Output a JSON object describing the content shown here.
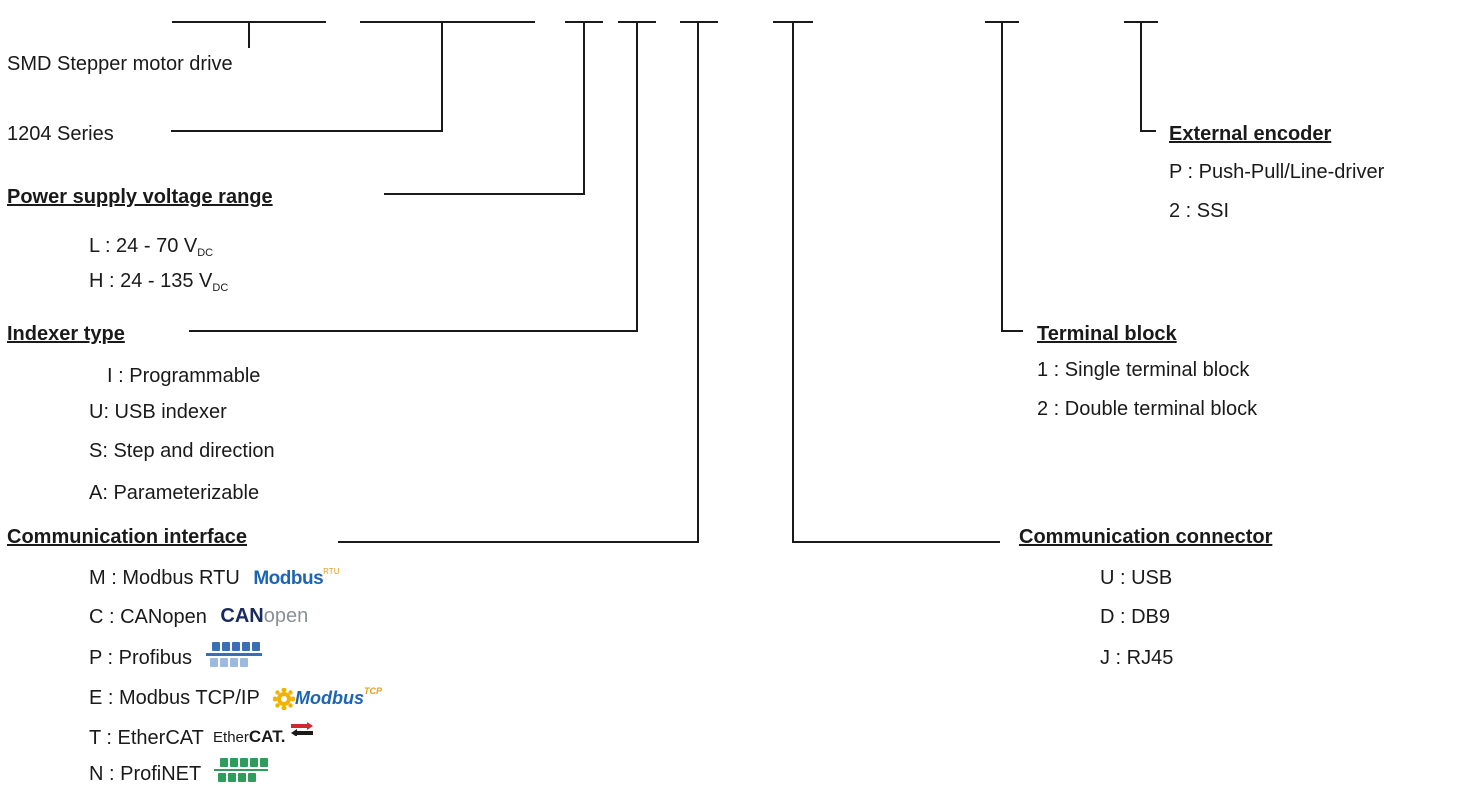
{
  "title": "SMD Stepper motor drive",
  "series": "1204 Series",
  "power": {
    "heading": "Power supply voltage range",
    "options": [
      {
        "prefix": "L : 24 - 70 V",
        "sub": "DC"
      },
      {
        "prefix": "H : 24 - 135 V",
        "sub": "DC"
      }
    ]
  },
  "indexer": {
    "heading": "Indexer type",
    "options": [
      "I : Programmable",
      "U: USB indexer",
      "S: Step and direction",
      "A: Parameterizable"
    ]
  },
  "comm_interface": {
    "heading": "Communication interface",
    "options": [
      {
        "label": "M : Modbus RTU",
        "logo": "modbus-rtu-logo",
        "logo_text": "Modbus",
        "logo_sup": "RTU"
      },
      {
        "label": "C : CANopen",
        "logo": "canopen-logo",
        "logo_text": "CAN",
        "logo_text2": "open"
      },
      {
        "label": "P : Profibus",
        "logo": "profibus-logo"
      },
      {
        "label": "E : Modbus TCP/IP",
        "logo": "modbus-tcp-logo",
        "logo_text": "Modbus",
        "logo_sup": "TCP"
      },
      {
        "label": "T : EtherCAT",
        "logo": "ethercat-logo",
        "logo_text": "Ether",
        "logo_text2": "CAT."
      },
      {
        "label": "N : ProfiNET",
        "logo": "profinet-logo"
      }
    ]
  },
  "comm_connector": {
    "heading": "Communication connector",
    "options": [
      "U : USB",
      "D : DB9",
      "J : RJ45"
    ]
  },
  "terminal": {
    "heading": "Terminal block",
    "options": [
      "1 : Single terminal block",
      "2 : Double terminal block"
    ]
  },
  "encoder": {
    "heading": "External encoder",
    "options": [
      "P : Push-Pull/Line-driver",
      "2 : SSI"
    ]
  },
  "colors": {
    "line": "#1a1a1a",
    "modbus_blue": "#1c64b4",
    "canopen_navy": "#1a2a5c",
    "canopen_gray": "#8a8f99",
    "profi_blue": "#3a6fb5",
    "profi_green": "#2e9c5a",
    "modbus_tcp_gold": "#f0b400",
    "ethercat_red": "#d0282c"
  }
}
